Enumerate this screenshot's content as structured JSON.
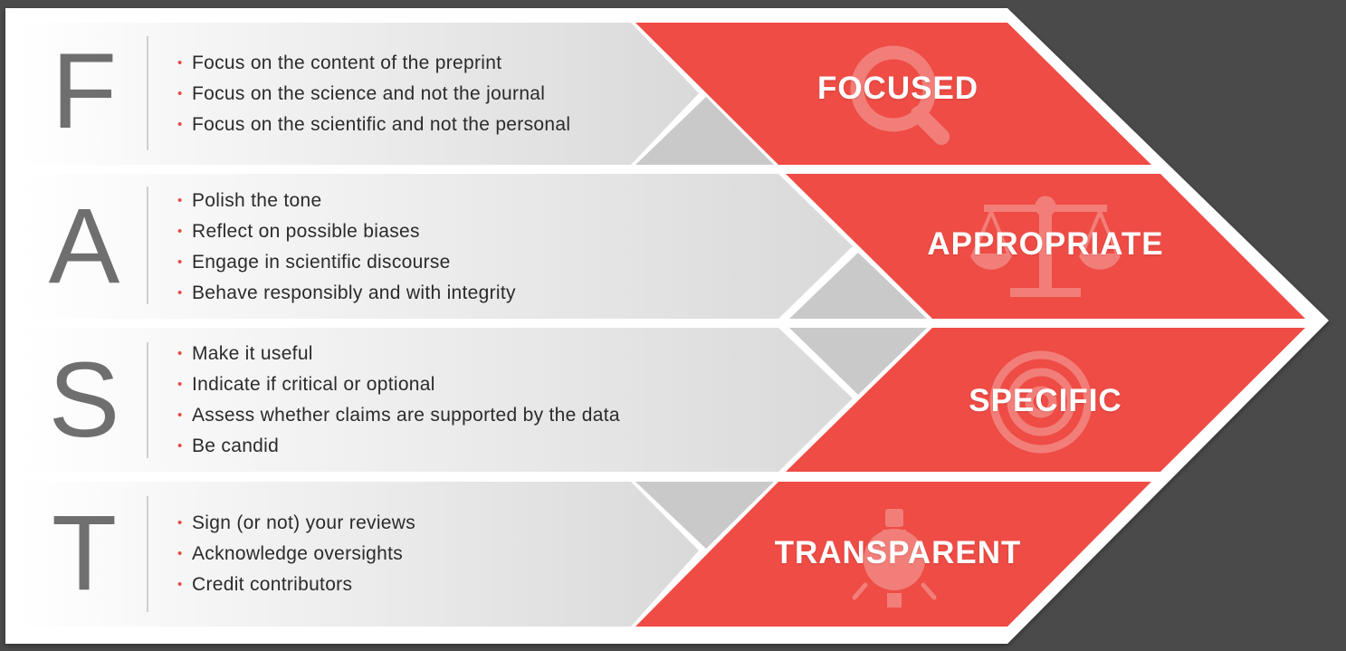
{
  "colors": {
    "background": "#4a4a4a",
    "frame": "#ffffff",
    "accent_red": "#ee4c45",
    "letter_gray": "#6f6f6f",
    "bullet_red": "#e24b43",
    "notch_gray": "#c9c9c9"
  },
  "rows": [
    {
      "letter": "F",
      "label": "FOCUSED",
      "icon": "magnifying-glass-icon",
      "bullets": [
        "Focus on the content of the preprint",
        "Focus on the science and not the journal",
        "Focus on the scientific and not the personal"
      ]
    },
    {
      "letter": "A",
      "label": "APPROPRIATE",
      "icon": "scales-icon",
      "bullets": [
        "Polish the tone",
        "Reflect on possible biases",
        "Engage in scientific discourse",
        "Behave responsibly and with integrity"
      ]
    },
    {
      "letter": "S",
      "label": "SPECIFIC",
      "icon": "target-icon",
      "bullets": [
        "Make it useful",
        "Indicate if critical or optional",
        "Assess whether claims are supported by the data",
        "Be candid"
      ]
    },
    {
      "letter": "T",
      "label": "TRANSPARENT",
      "icon": "lightbulb-icon",
      "bullets": [
        "Sign (or not) your reviews",
        "Acknowledge oversights",
        "Credit contributors"
      ]
    }
  ]
}
